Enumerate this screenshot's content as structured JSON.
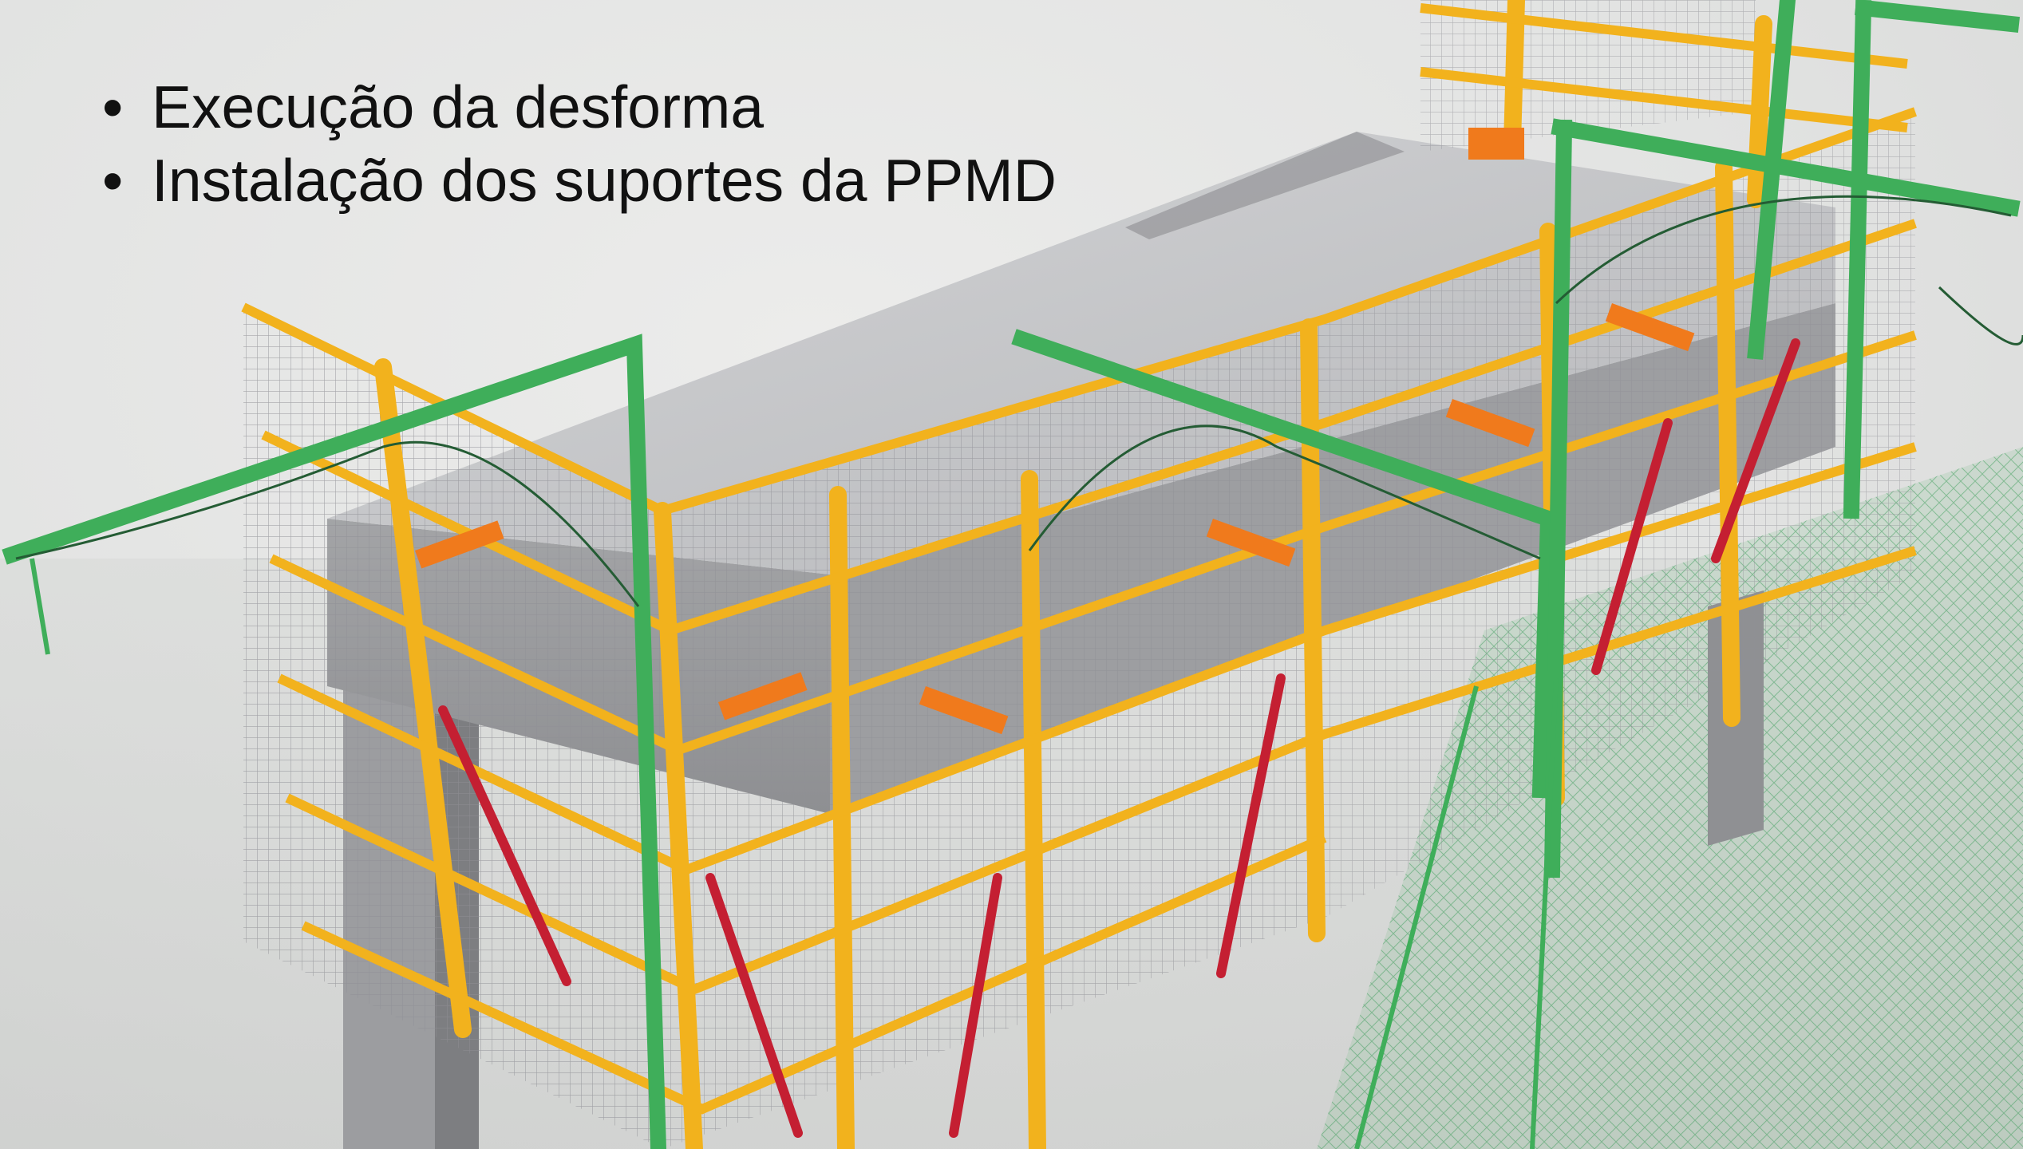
{
  "slide": {
    "bullets": [
      "Execução da desforma",
      "Instalação dos suportes da PPMD"
    ],
    "bullet_glyph": "•"
  },
  "colors": {
    "background": "#e4e5e4",
    "concrete": "#a9a9aa",
    "slab_top": "#c9cacb",
    "guardrail_yellow": "#f2b21d",
    "green_frame": "#3fae5a",
    "red_brace": "#c41f32",
    "orange_bracket": "#f07a1c",
    "net_green": "#2f8a4a"
  },
  "illustration": {
    "subject": "concrete-slab-with-perimeter-guardrail-system"
  }
}
